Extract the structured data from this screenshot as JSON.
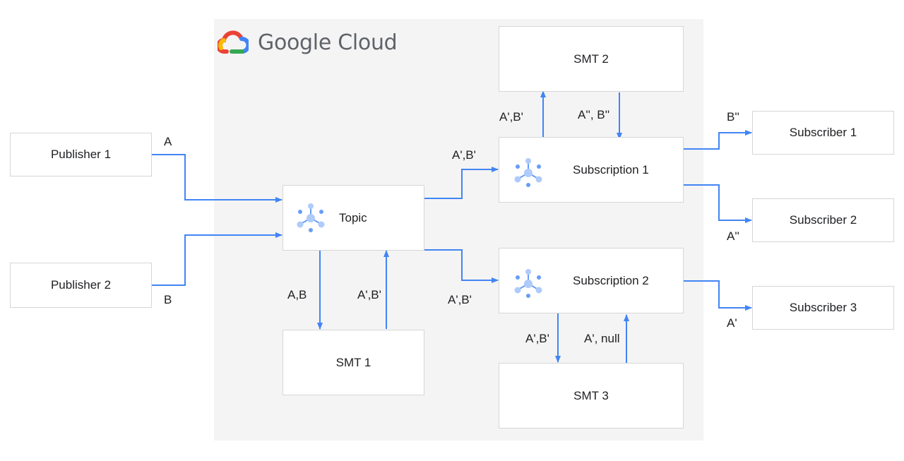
{
  "brand": {
    "name": "Google Cloud"
  },
  "nodes": {
    "publisher_1": "Publisher 1",
    "publisher_2": "Publisher 2",
    "topic": "Topic",
    "smt_1": "SMT 1",
    "smt_2": "SMT 2",
    "smt_3": "SMT 3",
    "subscription_1": "Subscription 1",
    "subscription_2": "Subscription 2",
    "subscriber_1": "Subscriber 1",
    "subscriber_2": "Subscriber 2",
    "subscriber_3": "Subscriber 3"
  },
  "edges": {
    "pub1_to_topic": "A",
    "pub2_to_topic": "B",
    "topic_to_smt1": "A,B",
    "smt1_to_topic": "A',B'",
    "topic_to_sub1": "A',B'",
    "topic_to_sub2": "A',B'",
    "sub1_to_smt2": "A',B'",
    "smt2_to_sub1": "A'', B''",
    "sub1_to_subscriber1": "B''",
    "sub1_to_subscriber2": "A''",
    "sub2_to_smt3": "A',B'",
    "smt3_to_sub2": "A', null",
    "sub2_to_subscriber3": "A'"
  },
  "colors": {
    "arrow": "#4285f4",
    "cloud_area": "#f4f4f4",
    "icon_light": "#aecbfa",
    "icon_dark": "#669df6"
  },
  "icons": {
    "topic": "pubsub-icon",
    "subscription_1": "pubsub-icon",
    "subscription_2": "pubsub-icon",
    "brand": "google-cloud-logo-icon"
  }
}
